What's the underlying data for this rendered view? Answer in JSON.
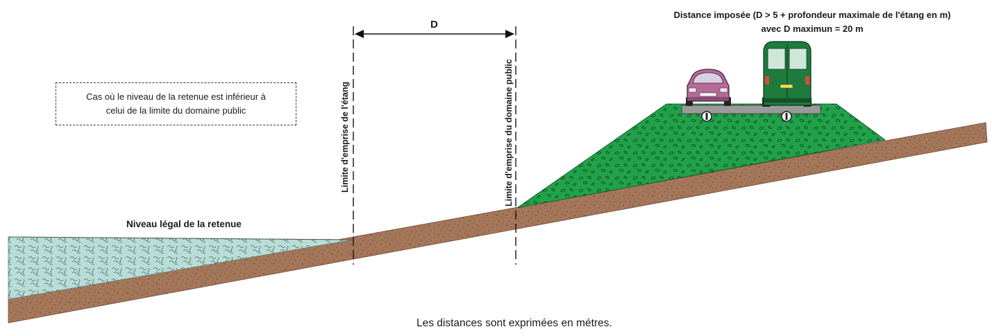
{
  "title": {
    "line1": "Distance imposée (D > 5 + profondeur maximale de l'étang en m)",
    "line2": "avec D maximun = 20 m"
  },
  "dimension_label": "D",
  "note": {
    "line1": "Cas où le niveau de la retenue est inférieur à",
    "line2": "celui de la limite du domaine public"
  },
  "labels": {
    "pond_limit": "Limite d'emprise de l'étang",
    "public_domain_limit": "Limite d'emprise du domaine public",
    "water_level": "Niveau légal de la retenue",
    "footer": "Les distances sont exprimées en métres."
  },
  "colors": {
    "soil": "#a5775a",
    "embankment": "#21a24a",
    "water": "#b9ddd6",
    "car": "#b56a98",
    "van": "#1f7a3e",
    "road": "#9a9a9a"
  },
  "icons": [
    "car-icon",
    "van-icon",
    "wheel-marker-icon"
  ]
}
